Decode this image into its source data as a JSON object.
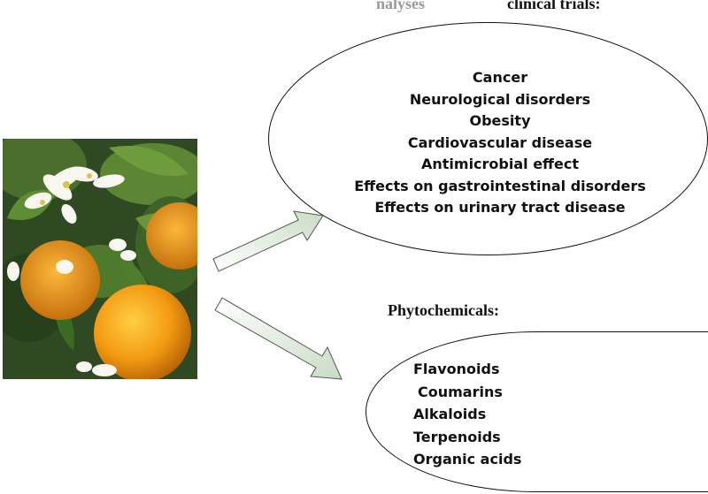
{
  "top_heading": {
    "left_part": "nalyses",
    "right_part": "clinical trials:"
  },
  "clinical_list": [
    "Cancer",
    "Neurological disorders",
    "Obesity",
    "Cardiovascular disease",
    "Antimicrobial effect",
    "Effects on gastrointestinal disorders",
    "Effects on urinary tract disease"
  ],
  "phyto_heading": "Phytochemicals:",
  "phyto_list": [
    "Flavonoids",
    "Coumarins",
    "Alkaloids",
    "Terpenoids",
    "Organic acids"
  ],
  "photo": {
    "subject": "orange-tree-fruit-and-blossoms"
  }
}
